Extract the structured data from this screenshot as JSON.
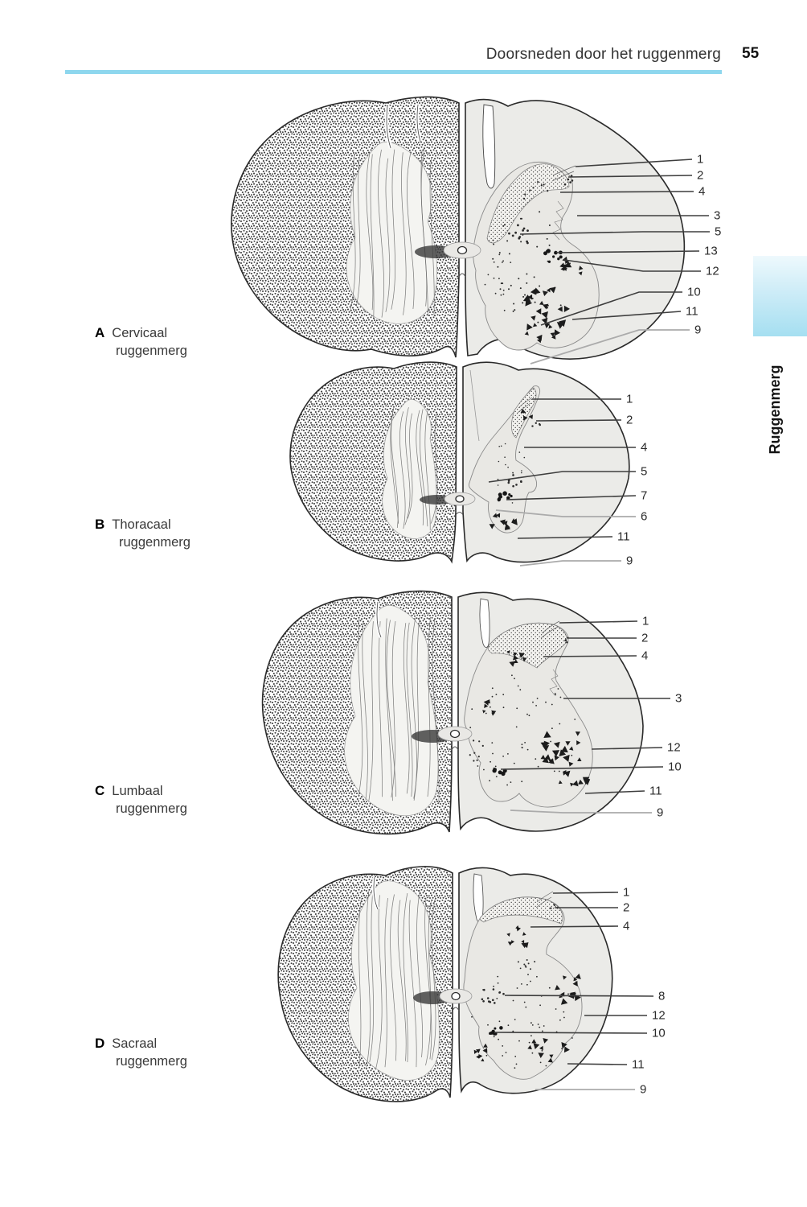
{
  "header": {
    "title": "Doorsneden door het ruggenmerg",
    "page_number": "55"
  },
  "side_tab": {
    "label": "Ruggenmerg"
  },
  "colors": {
    "accent_cyan": "#8ed7ee",
    "tab_gradient_top": "#eef9fd",
    "tab_gradient_bottom": "#a5dff1"
  },
  "sections": [
    {
      "letter": "A",
      "name_line1": "Cervicaal",
      "name_line2": "ruggenmerg",
      "callouts": [
        "1",
        "2",
        "4",
        "3",
        "5",
        "13",
        "12",
        "10",
        "11",
        "9"
      ]
    },
    {
      "letter": "B",
      "name_line1": "Thoracaal",
      "name_line2": "ruggenmerg",
      "callouts": [
        "1",
        "2",
        "4",
        "5",
        "7",
        "6",
        "11",
        "9"
      ]
    },
    {
      "letter": "C",
      "name_line1": "Lumbaal",
      "name_line2": "ruggenmerg",
      "callouts": [
        "1",
        "2",
        "4",
        "3",
        "12",
        "10",
        "11",
        "9"
      ]
    },
    {
      "letter": "D",
      "name_line1": "Sacraal",
      "name_line2": "ruggenmerg",
      "callouts": [
        "1",
        "2",
        "4",
        "8",
        "12",
        "10",
        "11",
        "9"
      ]
    }
  ]
}
